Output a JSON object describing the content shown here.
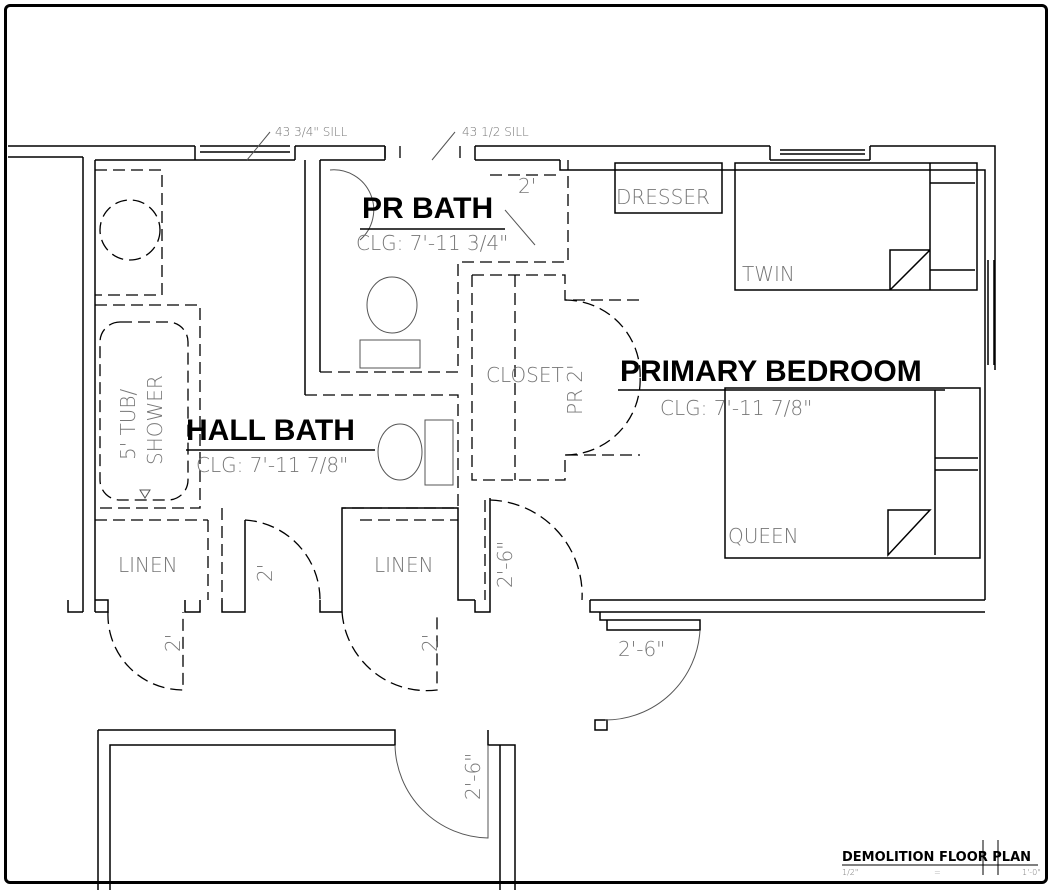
{
  "title_block": {
    "title": "DEMOLITION FLOOR PLAN",
    "scale_left": "1/2\"",
    "scale_eq": "=",
    "scale_right": "1'-0\""
  },
  "notes": {
    "sill_left": "43 3/4\" SILL",
    "sill_right": "43 1/2 SILL"
  },
  "rooms": {
    "pr_bath": {
      "name": "PR BATH",
      "ceiling": "CLG: 7'-11 3/4\""
    },
    "primary_bedroom": {
      "name": "PRIMARY BEDROOM",
      "ceiling": "CLG: 7'-11 7/8\""
    },
    "hall_bath": {
      "name": "HALL BATH",
      "ceiling": "CLG: 7'-11 7/8\""
    }
  },
  "fixtures": {
    "dresser": "DRESSER",
    "twin": "TWIN",
    "queen": "QUEEN",
    "closet": "CLOSET",
    "tub": "5' TUB/",
    "shower": "SHOWER",
    "linen_left": "LINEN",
    "linen_right": "LINEN",
    "pr": "PR 2'"
  },
  "dims": {
    "d1": "2'",
    "d2": "2'",
    "d3": "2'",
    "d4": "2'",
    "d5": "2'-6\"",
    "d6": "2'-6\"",
    "d7": "2'-6\""
  }
}
